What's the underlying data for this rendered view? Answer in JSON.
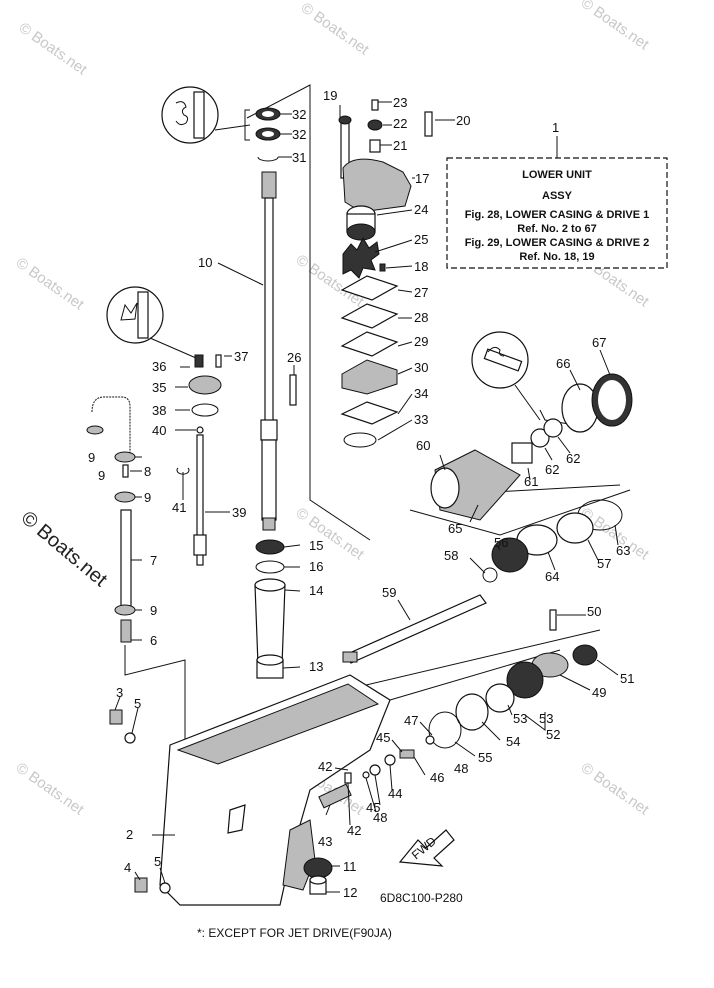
{
  "watermark": "© Boats.net",
  "info_box": {
    "ref": "1",
    "line1": "LOWER UNIT",
    "line2": "ASSY",
    "line3": "Fig. 28, LOWER CASING & DRIVE 1",
    "line4": "Ref. No. 2 to 67",
    "line5": "Fig. 29, LOWER CASING & DRIVE 2",
    "line6": "Ref. No. 18, 19"
  },
  "diagram_code": "6D8C100-P280",
  "fwd_label": "FWD",
  "footnote": "*: EXCEPT FOR JET DRIVE(F90JA)",
  "callouts": [
    {
      "id": "c32a",
      "text": "32"
    },
    {
      "id": "c32b",
      "text": "32"
    },
    {
      "id": "c31",
      "text": "31"
    },
    {
      "id": "c19",
      "text": "19"
    },
    {
      "id": "c23",
      "text": "23"
    },
    {
      "id": "c22",
      "text": "22"
    },
    {
      "id": "c21",
      "text": "21"
    },
    {
      "id": "c20",
      "text": "20"
    },
    {
      "id": "c17",
      "text": "17"
    },
    {
      "id": "c24",
      "text": "24"
    },
    {
      "id": "c25",
      "text": "25"
    },
    {
      "id": "c18",
      "text": "18"
    },
    {
      "id": "c27",
      "text": "27"
    },
    {
      "id": "c28",
      "text": "28"
    },
    {
      "id": "c29",
      "text": "29"
    },
    {
      "id": "c30",
      "text": "30"
    },
    {
      "id": "c34",
      "text": "34"
    },
    {
      "id": "c33",
      "text": "33"
    },
    {
      "id": "c10",
      "text": "10"
    },
    {
      "id": "c26",
      "text": "26"
    },
    {
      "id": "c36",
      "text": "36"
    },
    {
      "id": "c37",
      "text": "37"
    },
    {
      "id": "c35",
      "text": "35"
    },
    {
      "id": "c38",
      "text": "38"
    },
    {
      "id": "c40",
      "text": "40"
    },
    {
      "id": "c9a",
      "text": "9"
    },
    {
      "id": "c9b",
      "text": "9"
    },
    {
      "id": "c8",
      "text": "8"
    },
    {
      "id": "c9c",
      "text": "9"
    },
    {
      "id": "c41",
      "text": "41"
    },
    {
      "id": "c39",
      "text": "39"
    },
    {
      "id": "c7",
      "text": "7"
    },
    {
      "id": "c9d",
      "text": "9"
    },
    {
      "id": "c6",
      "text": "6"
    },
    {
      "id": "c3",
      "text": "3"
    },
    {
      "id": "c5a",
      "text": "5"
    },
    {
      "id": "c2",
      "text": "2"
    },
    {
      "id": "c4",
      "text": "4"
    },
    {
      "id": "c5b",
      "text": "5"
    },
    {
      "id": "c15",
      "text": "15"
    },
    {
      "id": "c16",
      "text": "16"
    },
    {
      "id": "c14",
      "text": "14"
    },
    {
      "id": "c13",
      "text": "13"
    },
    {
      "id": "c11",
      "text": "11"
    },
    {
      "id": "c12",
      "text": "12"
    },
    {
      "id": "c66",
      "text": "66"
    },
    {
      "id": "c67",
      "text": "67"
    },
    {
      "id": "c60",
      "text": "60"
    },
    {
      "id": "c61",
      "text": "61"
    },
    {
      "id": "c62a",
      "text": "62"
    },
    {
      "id": "c62b",
      "text": "62"
    },
    {
      "id": "c65",
      "text": "65"
    },
    {
      "id": "c63",
      "text": "63"
    },
    {
      "id": "c57",
      "text": "57"
    },
    {
      "id": "c56",
      "text": "56"
    },
    {
      "id": "c58",
      "text": "58"
    },
    {
      "id": "c64",
      "text": "64"
    },
    {
      "id": "c59",
      "text": "59"
    },
    {
      "id": "c50",
      "text": "50"
    },
    {
      "id": "c51",
      "text": "51"
    },
    {
      "id": "c49",
      "text": "49"
    },
    {
      "id": "c53a",
      "text": "53"
    },
    {
      "id": "c53b",
      "text": "53"
    },
    {
      "id": "c52",
      "text": "52"
    },
    {
      "id": "c47",
      "text": "47"
    },
    {
      "id": "c54",
      "text": "54"
    },
    {
      "id": "c55",
      "text": "55"
    },
    {
      "id": "c45a",
      "text": "45"
    },
    {
      "id": "c46",
      "text": "46"
    },
    {
      "id": "c48a",
      "text": "48"
    },
    {
      "id": "c42a",
      "text": "42"
    },
    {
      "id": "c44",
      "text": "44"
    },
    {
      "id": "c45b",
      "text": "45"
    },
    {
      "id": "c48b",
      "text": "48"
    },
    {
      "id": "c42b",
      "text": "42"
    },
    {
      "id": "c43",
      "text": "43"
    }
  ]
}
